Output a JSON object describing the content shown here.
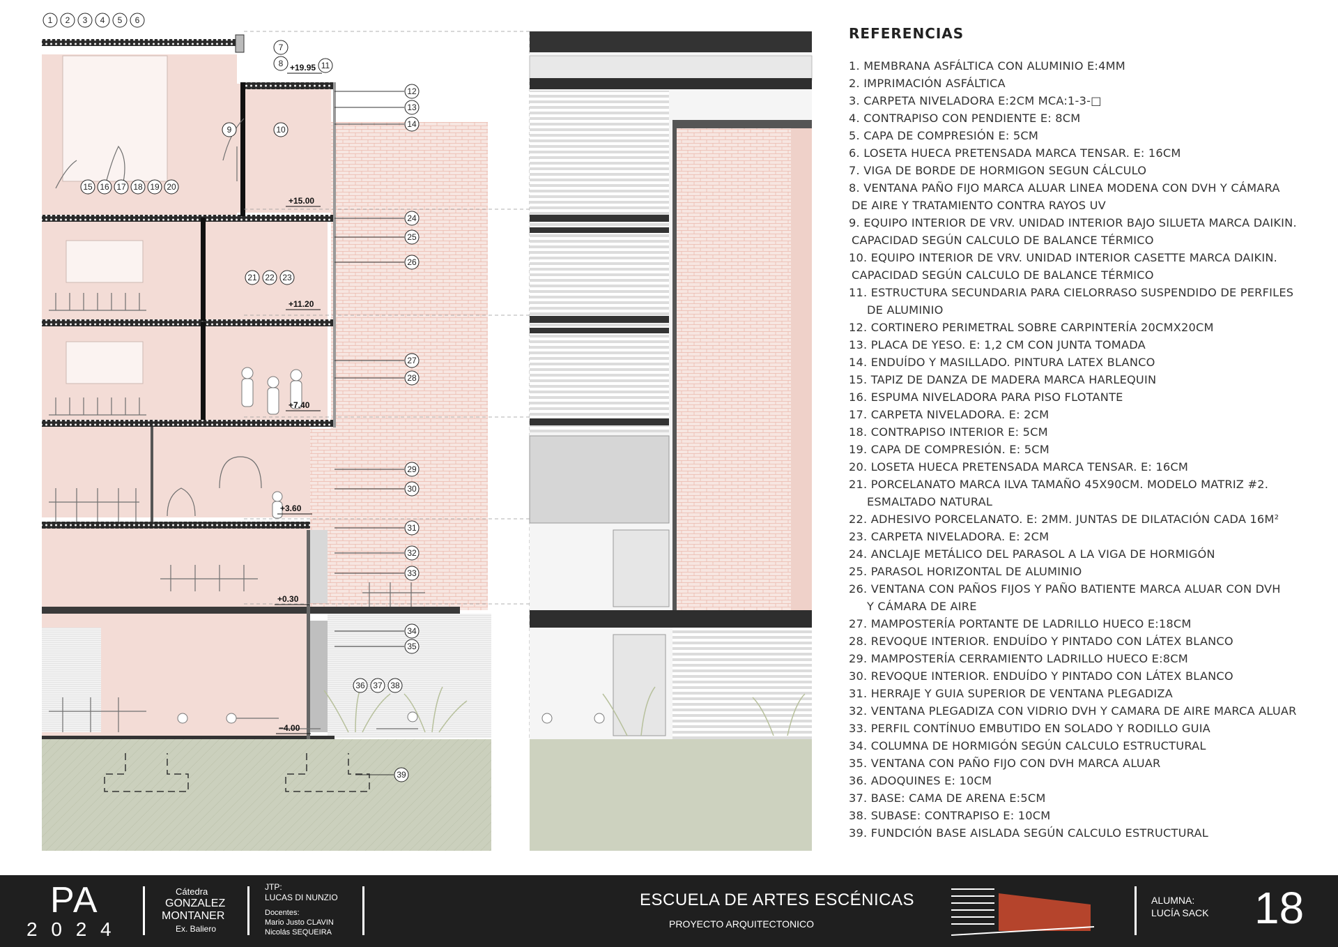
{
  "refs_title": "REFERENCIAS",
  "references": [
    "1. MEMBRANA ASFÁLTICA CON ALUMINIO E:4MM",
    "2. IMPRIMACIÓN ASFÁLTICA",
    "3. CARPETA NIVELADORA E:2CM MCA:1-3-□",
    "4. CONTRAPISO CON PENDIENTE E: 8CM",
    "5. CAPA DE COMPRESIÓN E: 5CM",
    "6. LOSETA HUECA PRETENSADA MARCA TENSAR. E: 16CM",
    "7. VIGA DE BORDE DE HORMIGON SEGUN CÁLCULO",
    "8. VENTANA PAÑO FIJO MARCA ALUAR LINEA MODENA CON DVH Y CÁMARA DE AIRE Y TRATAMIENTO CONTRA RAYOS UV",
    "9. EQUIPO INTERIOR DE VRV. UNIDAD INTERIOR BAJO SILUETA MARCA DAIKIN. CAPACIDAD SEGÚN CALCULO DE BALANCE TÉRMICO",
    "10. EQUIPO INTERIOR DE VRV. UNIDAD INTERIOR CASETTE MARCA DAIKIN. CAPACIDAD SEGÚN CALCULO DE BALANCE TÉRMICO",
    "11. ESTRUCTURA SECUNDARIA PARA CIELORRASO SUSPENDIDO DE PERFILES DE ALUMINIO",
    "12. CORTINERO PERIMETRAL SOBRE CARPINTERÍA 20CMX20CM",
    "13. PLACA DE YESO. E: 1,2 CM CON JUNTA TOMADA",
    "14. ENDUÍDO Y MASILLADO. PINTURA LATEX BLANCO",
    "15. TAPIZ DE DANZA DE MADERA MARCA HARLEQUIN",
    "16. ESPUMA NIVELADORA PARA PISO FLOTANTE",
    "17. CARPETA NIVELADORA. E: 2CM",
    "18. CONTRAPISO INTERIOR E: 5CM",
    "19. CAPA DE COMPRESIÓN. E: 5CM",
    "20. LOSETA HUECA PRETENSADA MARCA TENSAR. E: 16CM",
    "21. PORCELANATO MARCA ILVA TAMAÑO 45X90CM. MODELO MATRIZ #2. ESMALTADO NATURAL",
    "22. ADHESIVO PORCELANATO. E: 2MM. JUNTAS DE DILATACIÓN CADA 16M²",
    "23. CARPETA NIVELADORA. E: 2CM",
    "24. ANCLAJE METÁLICO DEL PARASOL A LA VIGA DE HORMIGÓN",
    "25. PARASOL HORIZONTAL DE ALUMINIO",
    "26. VENTANA CON PAÑOS FIJOS Y PAÑO BATIENTE MARCA ALUAR CON DVH Y CÁMARA DE AIRE",
    "27. MAMPOSTERÍA PORTANTE DE LADRILLO HUECO E:18CM",
    "28. REVOQUE INTERIOR. ENDUÍDO Y PINTADO CON LÁTEX BLANCO",
    "29. MAMPOSTERÍA CERRAMIENTO LADRILLO HUECO E:8CM",
    "30. REVOQUE INTERIOR. ENDUÍDO Y PINTADO CON LÁTEX BLANCO",
    "31. HERRAJE Y GUIA SUPERIOR DE VENTANA PLEGADIZA",
    "32. VENTANA PLEGADIZA CON VIDRIO DVH Y CAMARA DE AIRE MARCA ALUAR",
    "33. PERFIL CONTÍNUO EMBUTIDO EN SOLADO Y RODILLO GUIA",
    "34. COLUMNA DE HORMIGÓN SEGÚN CALCULO ESTRUCTURAL",
    "35. VENTANA CON PAÑO FIJO CON DVH MARCA ALUAR",
    "36. ADOQUINES E: 10CM",
    "37. BASE: CAMA DE ARENA E:5CM",
    "38. SUBASE: CONTRAPISO E: 10CM",
    "39. FUNDCIÓN BASE AISLADA SEGÚN CALCULO ESTRUCTURAL"
  ],
  "reference_wraps": {
    "8": [
      "8. VENTANA PAÑO FIJO MARCA ALUAR LINEA MODENA CON DVH Y CÁMARA",
      "DE AIRE Y TRATAMIENTO CONTRA RAYOS UV"
    ],
    "9": [
      "9. EQUIPO INTERIOR DE VRV. UNIDAD INTERIOR BAJO SILUETA MARCA DAIKIN.",
      "CAPACIDAD SEGÚN CALCULO DE BALANCE TÉRMICO"
    ],
    "10": [
      "10. EQUIPO INTERIOR DE VRV. UNIDAD INTERIOR CASETTE MARCA DAIKIN.",
      "CAPACIDAD SEGÚN CALCULO DE BALANCE TÉRMICO"
    ],
    "11": [
      "11.  ESTRUCTURA SECUNDARIA PARA CIELORRASO SUSPENDIDO DE PERFILES",
      "DE ALUMINIO"
    ],
    "21": [
      "21. PORCELANATO MARCA ILVA TAMAÑO 45X90CM. MODELO MATRIZ #2.",
      "ESMALTADO NATURAL"
    ],
    "26": [
      "26. VENTANA CON PAÑOS FIJOS Y PAÑO BATIENTE MARCA ALUAR CON DVH",
      "Y CÁMARA DE AIRE"
    ]
  },
  "levels": [
    "+19.95",
    "+15.00",
    "+11.20",
    "+7.40",
    "+3.60",
    "+0.30",
    "−4.00"
  ],
  "callouts_top": [
    "1",
    "2",
    "3",
    "4",
    "5",
    "6"
  ],
  "callouts_mid": [
    "7",
    "8",
    "9",
    "10",
    "11"
  ],
  "callouts_floor": [
    "15",
    "16",
    "17",
    "18",
    "19",
    "20"
  ],
  "callouts_porc": [
    "21",
    "22",
    "23"
  ],
  "callouts_right": [
    "12",
    "13",
    "14",
    "24",
    "25",
    "26",
    "27",
    "28",
    "29",
    "30",
    "31",
    "32",
    "33",
    "34",
    "35"
  ],
  "callouts_ground": [
    "36",
    "37",
    "38"
  ],
  "callout_39": "39",
  "footer": {
    "pa": "PA",
    "year": "2 0 2 4",
    "catedra_label": "Cátedra",
    "catedra_name_1": "GONZALEZ",
    "catedra_name_2": "MONTANER",
    "catedra_sub": "Ex. Baliero",
    "jtp_label": "JTP:",
    "jtp_name": "LUCAS DI NUNZIO",
    "docentes_label": "Docentes:",
    "docente_1": "Mario Justo CLAVIN",
    "docente_2": "Nicolás SEQUEIRA",
    "project_title": "ESCUELA DE ARTES ESCÉNICAS",
    "project_sub": "PROYECTO ARQUITECTONICO",
    "student_label": "ALUMNA:",
    "student_name": "LUCÍA SACK",
    "sheet_number": "18"
  },
  "colors": {
    "pink_wall": "#f3dcd6",
    "brick_line": "#e8b9ae",
    "ground": "#cdd2bf",
    "slab": "#222222",
    "footer_bg": "#1f1f1f",
    "logo_red": "#b5442c"
  }
}
